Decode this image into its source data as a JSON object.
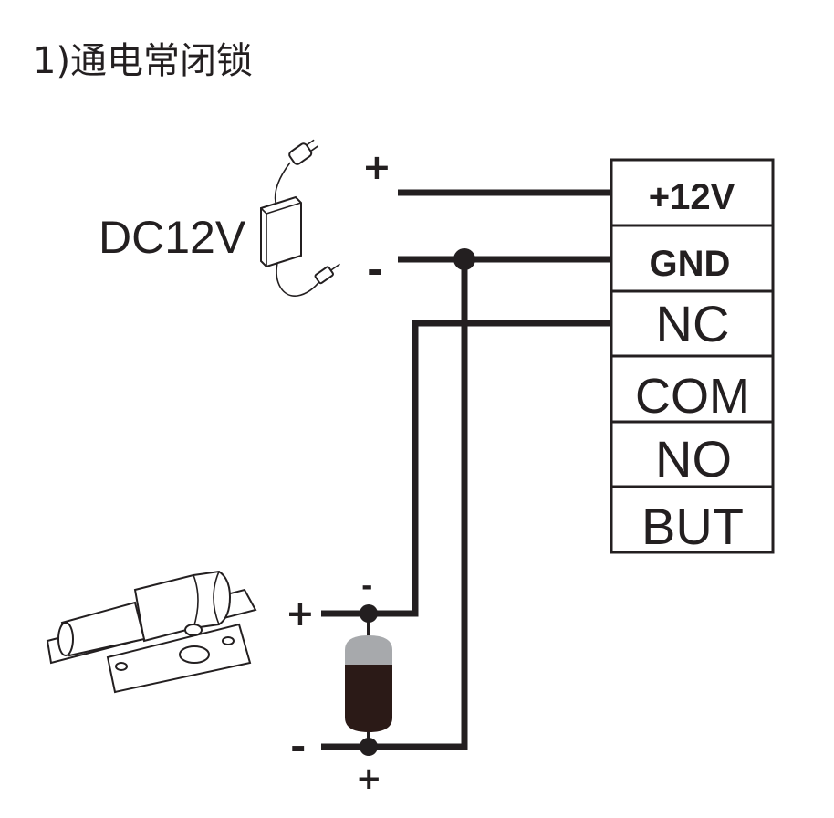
{
  "title": "1)通电常闭锁",
  "power_supply": {
    "label": "DC12V",
    "plus_sign": "+",
    "minus_sign": "-"
  },
  "terminal_block": {
    "terminals": [
      {
        "label": "+12V"
      },
      {
        "label": "GND"
      },
      {
        "label": "NC"
      },
      {
        "label": "COM"
      },
      {
        "label": "NO"
      },
      {
        "label": "BUT"
      }
    ]
  },
  "diode": {
    "top_sign": "-",
    "bottom_sign": "+"
  },
  "lock": {
    "plus_sign": "+",
    "minus_sign": "-"
  },
  "colors": {
    "ink": "#231f20",
    "diode_band": "#a7a9ac",
    "diode_body": "#2b1a17"
  }
}
